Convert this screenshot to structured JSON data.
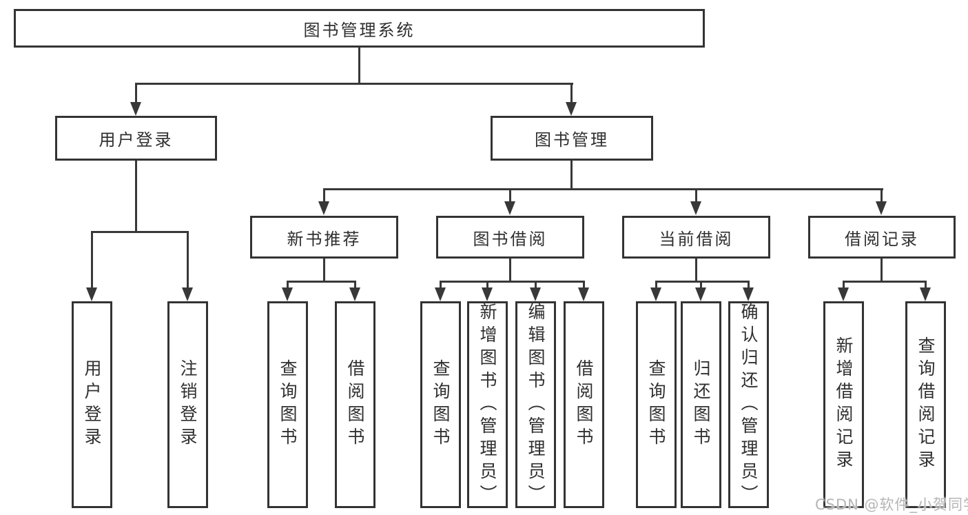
{
  "diagram": {
    "root": {
      "label": "图书管理系统"
    },
    "level2": [
      {
        "label": "用户登录"
      },
      {
        "label": "图书管理"
      }
    ],
    "level3": [
      {
        "label": "新书推荐"
      },
      {
        "label": "图书借阅"
      },
      {
        "label": "当前借阅"
      },
      {
        "label": "借阅记录"
      }
    ],
    "leaves": [
      {
        "label": "用户登录"
      },
      {
        "label": "注销登录"
      },
      {
        "label": "查询图书"
      },
      {
        "label": "借阅图书"
      },
      {
        "label": "查询图书"
      },
      {
        "label": "新增图书（管理员）"
      },
      {
        "label": "编辑图书（管理员）"
      },
      {
        "label": "借阅图书"
      },
      {
        "label": "查询图书"
      },
      {
        "label": "归还图书"
      },
      {
        "label": "确认归还（管理员）"
      },
      {
        "label": "新增借阅记录"
      },
      {
        "label": "查询借阅记录"
      }
    ]
  },
  "watermark": {
    "text": "CSDN @软件_小贺同学"
  },
  "colors": {
    "line": "#383838",
    "border": "#333333",
    "text": "#2f2f2f",
    "watermark": "#b5b5b5",
    "background": "#ffffff"
  }
}
